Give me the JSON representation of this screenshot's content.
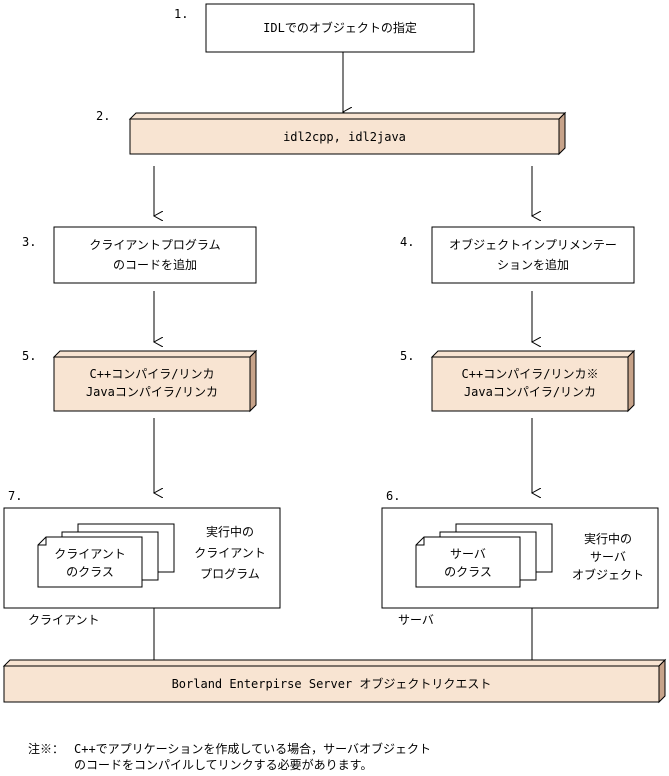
{
  "steps": {
    "s1": {
      "num": "1.",
      "label": "IDLでのオブジェクトの指定"
    },
    "s2": {
      "num": "2.",
      "label": "idl2cpp, idl2java"
    },
    "s3": {
      "num": "3.",
      "line1": "クライアントプログラム",
      "line2": "のコードを追加"
    },
    "s4": {
      "num": "4.",
      "line1": "オブジェクトインプリメンテー",
      "line2": "ションを追加"
    },
    "s5_left": {
      "num": "5.",
      "line1": "C++コンパイラ/リンカ",
      "line2": "Javaコンパイラ/リンカ"
    },
    "s5_right": {
      "num": "5.",
      "line1": "C++コンパイラ/リンカ※",
      "line2": "Javaコンパイラ/リンカ"
    },
    "s6": {
      "num": "6.",
      "card_line1": "サーバ",
      "card_line2": "のクラス",
      "desc1": "実行中の",
      "desc2": "サーバ",
      "desc3": "オブジェクト",
      "caption": "サーバ"
    },
    "s7": {
      "num": "7.",
      "card_line1": "クライアント",
      "card_line2": "のクラス",
      "desc1": "実行中の",
      "desc2": "クライアント",
      "desc3": "プログラム",
      "caption": "クライアント"
    }
  },
  "bottom_bar": {
    "label": "Borland Enterpirse Server オブジェクトリクエスト"
  },
  "note": {
    "mark": "注※：",
    "line1": "C++でアプリケーションを作成している場合，サーバオブジェクト",
    "line2": "のコードをコンパイルしてリンクする必要があります。"
  },
  "colors": {
    "box_fill": "#f8e4d2",
    "box_side": "#c7a38a",
    "stroke": "#000000"
  }
}
